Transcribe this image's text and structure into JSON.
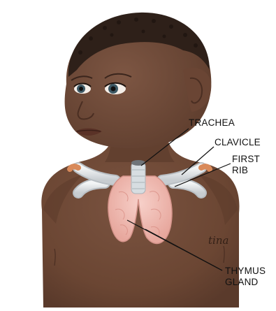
{
  "labels": {
    "trachea": "TRACHEA",
    "clavicle": "CLAVICLE",
    "first_rib_line1": "FIRST",
    "first_rib_line2": "RIB",
    "thymus_line1": "THYMUS",
    "thymus_line2": "GLAND"
  },
  "signature": "tina",
  "colors": {
    "skin": "#6b4633",
    "skin_shadow": "#55362a",
    "hair": "#2b1d16",
    "bone": "#dfe3e6",
    "thymus": "#f0b8b0",
    "leader_line": "#111111"
  }
}
